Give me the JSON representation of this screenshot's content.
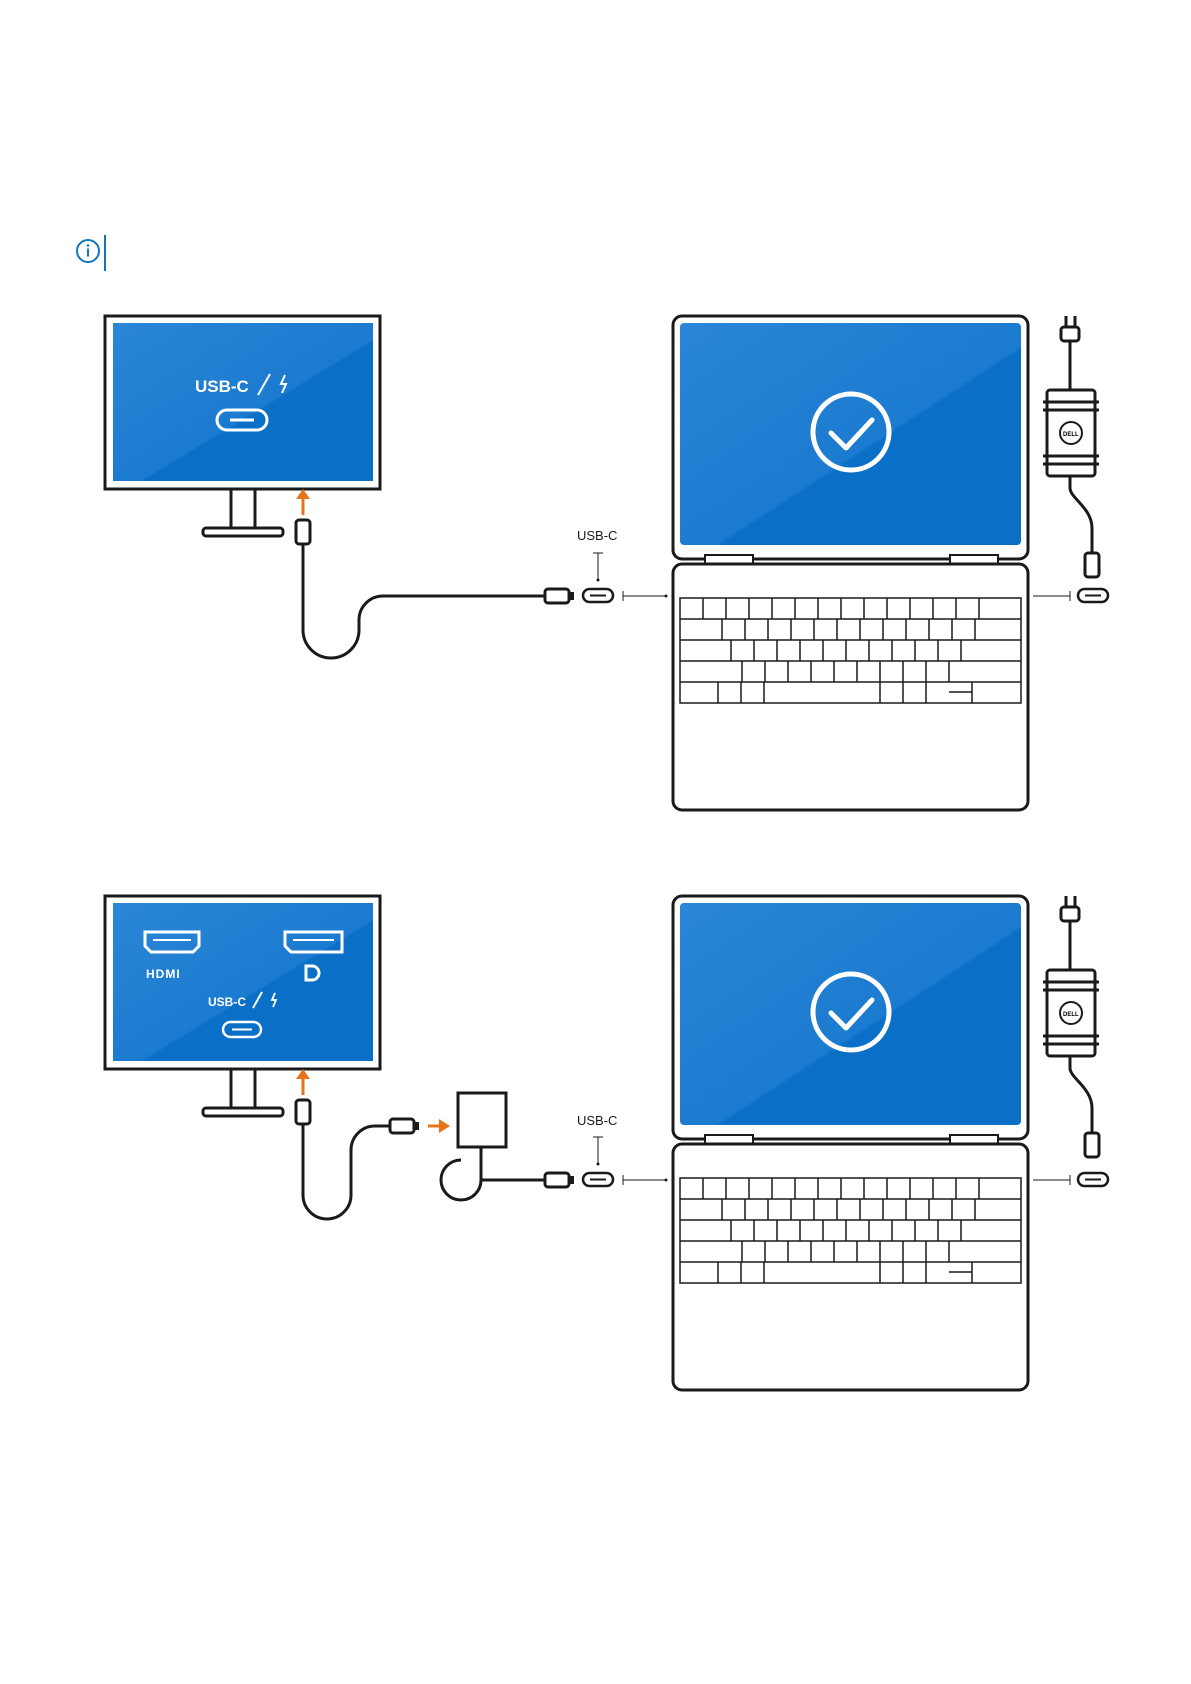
{
  "note": {
    "icon": "info-icon"
  },
  "diagrams": [
    {
      "monitor": {
        "port_label": "USB-C",
        "ports": [
          {
            "name": "USB-C / Thunderbolt",
            "label": "USB-C"
          }
        ]
      },
      "connection_label": "USB-C",
      "status": "checkmark"
    },
    {
      "monitor": {
        "ports": [
          {
            "name": "HDMI",
            "label": "HDMI"
          },
          {
            "name": "DisplayPort",
            "label": ""
          },
          {
            "name": "USB-C / Thunderbolt",
            "label": "USB-C"
          }
        ]
      },
      "connection_label": "USB-C",
      "adapter": true,
      "status": "checkmark"
    }
  ],
  "colors": {
    "screen": "#0a72c9",
    "screen_light": "#3a8fd8",
    "outline": "#1a1a1a",
    "arrow": "#e8731a",
    "info": "#1177bb"
  }
}
